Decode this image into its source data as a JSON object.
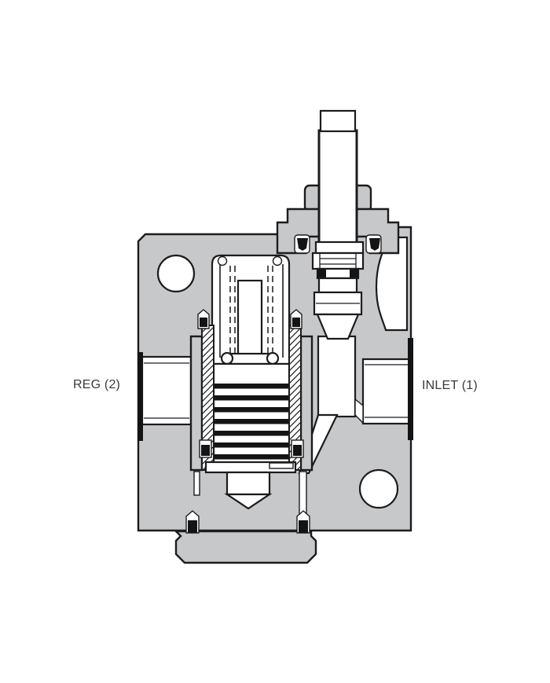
{
  "diagram": {
    "type": "valve-cross-section",
    "labels": {
      "left_port": "REG (2)",
      "right_port": "INLET (1)"
    },
    "colors": {
      "body_fill": "#c7c8ca",
      "outline": "#1c1c1e",
      "seal_black": "#141414",
      "cavity_white": "#ffffff",
      "label_text": "#3a3a3a",
      "background": "#ffffff"
    },
    "parts": [
      "valve-body",
      "mounting-bolt-hole-top-left",
      "mounting-bolt-hole-bottom-right",
      "reg-port",
      "inlet-port",
      "stem-cap",
      "adjustment-stem",
      "hex-nut",
      "flange",
      "o-ring-seals",
      "spring-chamber",
      "piston",
      "spring-coils",
      "hatched-sleeve-walls",
      "end-plug",
      "drain-passage",
      "internal-cavity",
      "bottom-mounting-tab"
    ]
  }
}
